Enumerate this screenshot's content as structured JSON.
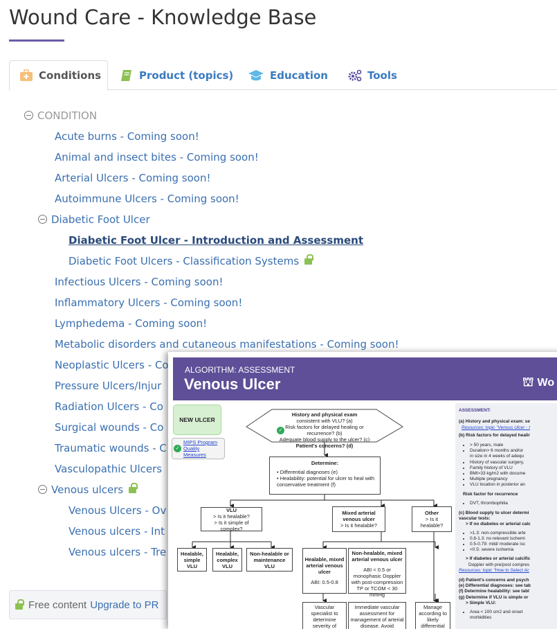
{
  "page": {
    "title": "Wound Care - Knowledge Base"
  },
  "tabs": [
    {
      "label": "Conditions",
      "icon": "first-aid-kit-icon",
      "active": true
    },
    {
      "label": "Product (topics)",
      "icon": "book-icon"
    },
    {
      "label": "Education",
      "icon": "graduation-cap-icon"
    },
    {
      "label": "Tools",
      "icon": "gears-icon"
    }
  ],
  "tree": {
    "header": "CONDITION",
    "items": [
      "Acute burns - Coming soon!",
      "Animal and insect bites - Coming soon!",
      "Arterial Ulcers - Coming soon!",
      "Autoimmune Ulcers - Coming soon!",
      "Diabetic Foot Ulcer",
      "Diabetic Foot Ulcer - Introduction and Assessment",
      "Diabetic Foot Ulcers - Classification Systems",
      "Infectious Ulcers - Coming soon!",
      "Inflammatory Ulcers - Coming soon!",
      "Lymphedema - Coming soon!",
      "Metabolic disorders and cutaneous manifestations - Coming soon!",
      "Neoplastic Ulcers - Co",
      "Pressure Ulcers/Injur",
      "Radiation Ulcers - Co",
      "Surgical wounds - Co",
      "Traumatic wounds - C",
      "Vasculopathic Ulcers",
      "Venous ulcers",
      "Venous Ulcers - Ov",
      "Venous ulcers - Int",
      "Venous ulcers - Tre"
    ]
  },
  "footer": {
    "free": "Free content",
    "upgrade": "Upgrade to PR"
  },
  "preview": {
    "kicker": "ALGORITHM: ASSESSMENT",
    "title": "Venous Ulcer",
    "brand": "Wo",
    "new_ulcer": "NEW ULCER",
    "mips": "MIPS Program Quality Measures",
    "hex": [
      "History and physical exam",
      "consistent with VLU? (a)",
      "Risk factors for delayed healing or recurrence? (b)",
      "Adequate blood supply to the ulcer? (c)",
      "Patient's concerns? (d)"
    ],
    "determine": {
      "title": "Determine:",
      "items": [
        "Differential diagnoses (e)",
        "Healability: potential for ulcer to heal with conservative treatment (f)"
      ]
    },
    "vlu": [
      "VLU",
      "> Is it healable?",
      "> Is it simple of complex?"
    ],
    "mixed": [
      "Mixed arterial venous ulcer",
      "> Is it healable?"
    ],
    "other": [
      "Other",
      "> Is it healable?"
    ],
    "leaf1": "Healable, simple VLU",
    "leaf2": "Healable, complex VLU",
    "leaf3": "Non-healable or maintenance VLU",
    "hmixed": [
      "Healable, mixed arterial venous ulcer",
      "ABI: 0.5-0.8"
    ],
    "nhmixed": [
      "Non-healable, mixed arterial venous ulcer",
      "ABI < 0.5 or monophasic Doppler with post-compression TP or TCOM < 30 mmHg"
    ],
    "out1": "Vascular specialist to determine severity of arterial occlusion",
    "out2": "Immediate vascular assessment for management of arterial disease. Avoid compression",
    "out3": "Manage according to likely differential diagnosis",
    "side": {
      "heading": "ASSESSMENT:",
      "a": "(a) History and physical exam: se",
      "a_link": "Resources: topic \"Venous Ulcer - I",
      "b": "(b) Risk factors for delayed healir",
      "b_items": [
        "> 50 years, male",
        "Duration> 6 months and/or",
        "in size in 4 weeks of adequ",
        "History of vascular surgery,",
        "Family history of VLU",
        "BMI>33 kg/m2 with docume",
        "Multiple pregnancy",
        "VLU location in posterior an"
      ],
      "recur": "Risk factor for recurrence",
      "recur_items": [
        "DVT, thrombophilia"
      ],
      "c": "(c) Blood supply to ulcer determi",
      "c2": "vascular tests:",
      "c3": "> If no diabetes or arterial calc",
      "c_items": [
        ">1.3: non-compressible arte",
        "0.8-1.3: no relevant ischemi",
        "0.5-0.79: mild/ moderate isc",
        "<0.5: severe ischemia"
      ],
      "c4": "> If diabetes or arterial calcific",
      "c5": "Doppler with pre/post compres",
      "c_link": "Resources: topic \"How to Select Ac",
      "d": "(d) Patient's concerns and psych",
      "e": "(e) Differential diagnoses: see tab",
      "f": "(f)  Determine healability: see tabl",
      "g": "(g) Determine if VLU is simple or",
      "g2": "> Simple VLU:",
      "g_items": [
        "Area < 100 cm2 and onset",
        "morbidities"
      ]
    }
  },
  "colors": {
    "accent": "#6b5ba8",
    "link": "#3a6fb0",
    "preview_header": "#5e4f98",
    "lock": "#8cc152"
  }
}
